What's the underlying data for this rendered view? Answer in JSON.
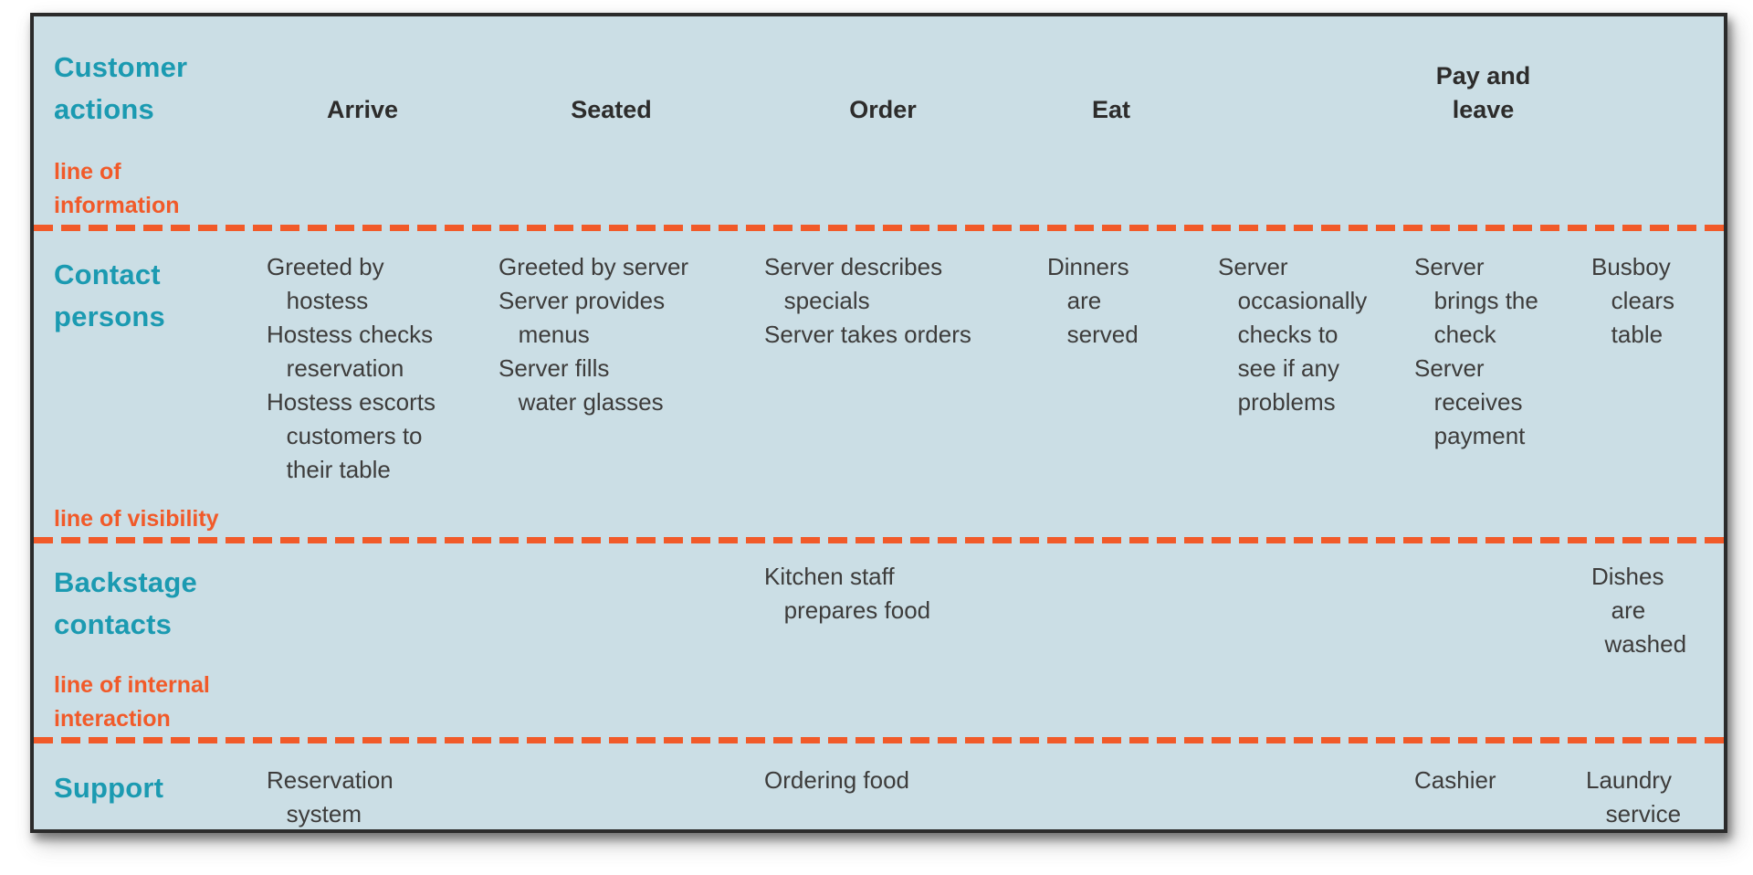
{
  "colors": {
    "panel_background": "#cbdee5",
    "teal_labels": "#1b9ab1",
    "orange_lines": "#f15a29",
    "body_text": "#3d3c3b",
    "panel_border": "#2b2b2b"
  },
  "row_labels": {
    "customer_actions": "Customer\nactions",
    "contact_persons": "Contact\npersons",
    "backstage_contacts": "Backstage\ncontacts",
    "support": "Support"
  },
  "column_headers": {
    "arrive": "Arrive",
    "seated": "Seated",
    "order": "Order",
    "eat": "Eat",
    "pay_and_leave": "Pay and\nleave"
  },
  "divider_labels": {
    "line_of_information": "line of\ninformation",
    "line_of_visibility": "line of visibility",
    "line_of_internal_interaction": "line of internal\ninteraction"
  },
  "contact_persons_row": {
    "arrive": "Greeted by\n   hostess\nHostess checks\n   reservation\nHostess escorts\n   customers to\n   their table",
    "seated": "Greeted by server\nServer provides\n   menus\nServer fills\n   water glasses",
    "order": "Server describes\n   specials\nServer takes orders",
    "eat": "Dinners\n   are\n   served",
    "during_meal": "Server\n   occasionally\n   checks to\n   see if any\n   problems",
    "pay_and_leave": "Server\n   brings the\n   check\nServer\n   receives\n   payment",
    "after_meal": "Busboy\n   clears\n   table"
  },
  "backstage_contacts_row": {
    "order": "Kitchen staff\n   prepares food",
    "after_meal": "Dishes\n   are\n  washed"
  },
  "support_row": {
    "arrive": "Reservation\n   system",
    "order": "Ordering food",
    "pay_and_leave": "Cashier",
    "after_meal": "Laundry\n   service"
  }
}
